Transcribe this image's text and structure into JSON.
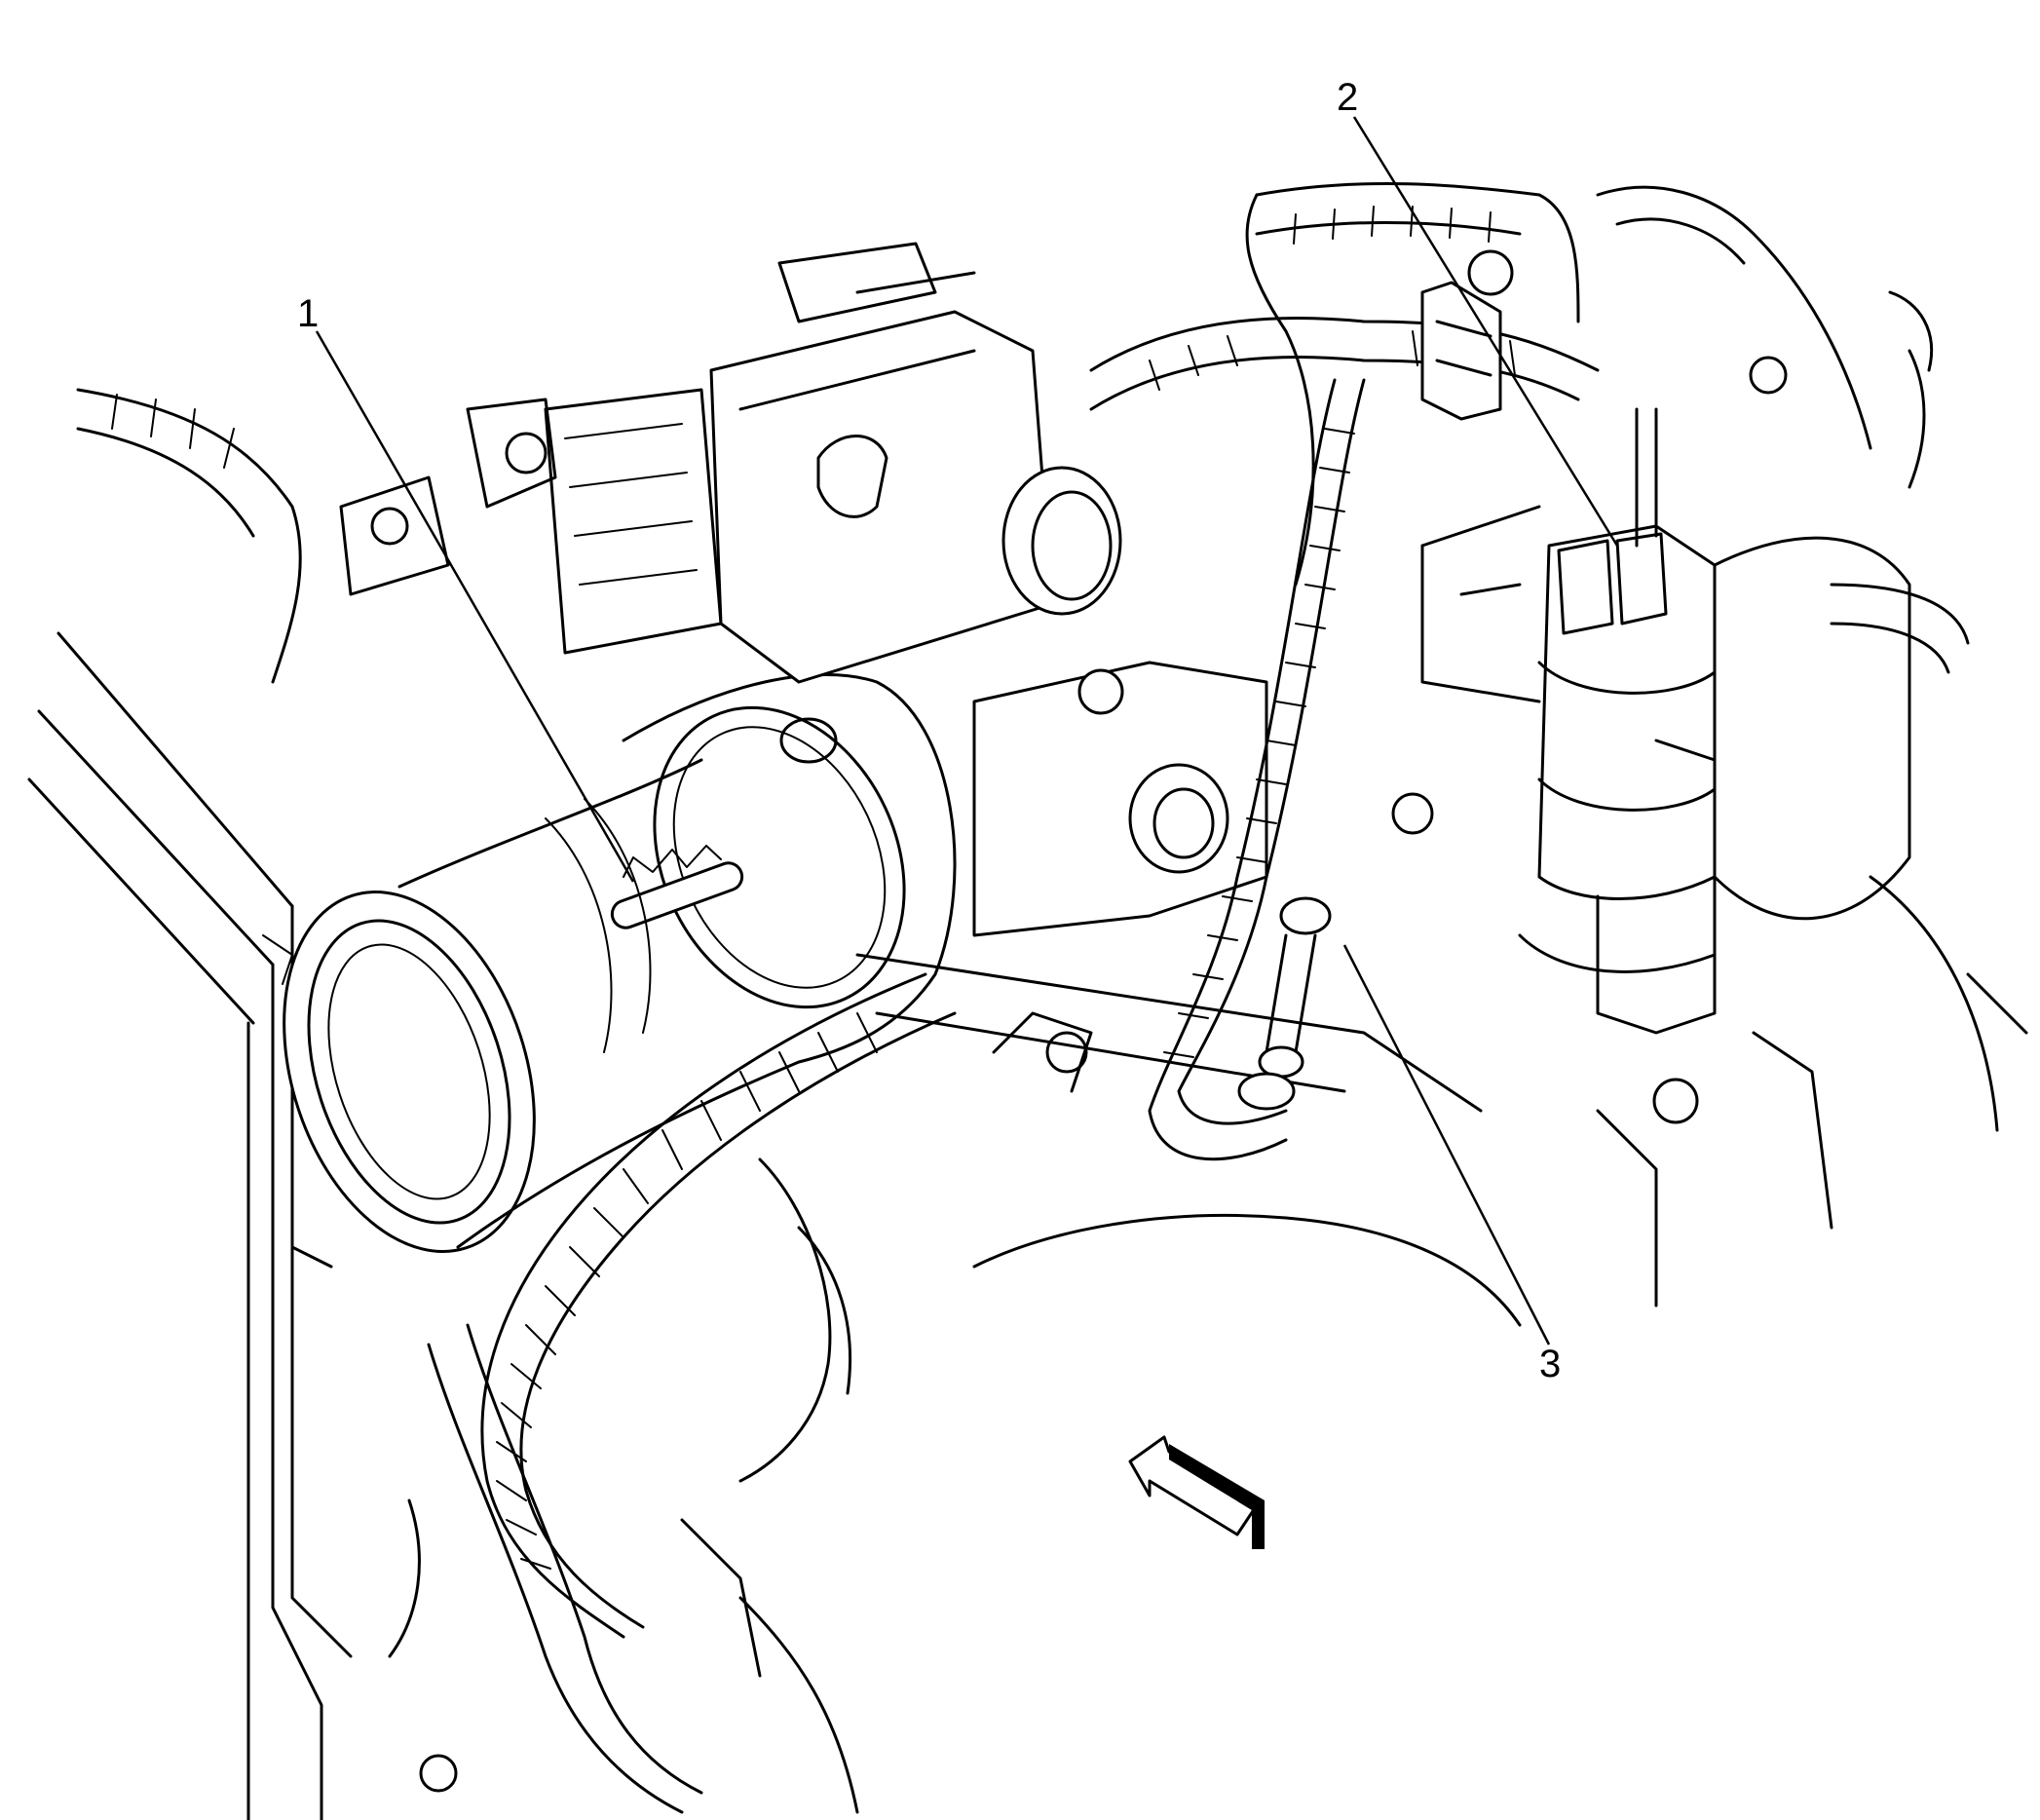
{
  "callouts": [
    {
      "id": "1",
      "label": "1"
    },
    {
      "id": "2",
      "label": "2"
    },
    {
      "id": "3",
      "label": "3"
    }
  ],
  "icons": {
    "direction_arrow": "view-direction-arrow-icon"
  },
  "colors": {
    "line": "#000000",
    "background": "#ffffff"
  }
}
